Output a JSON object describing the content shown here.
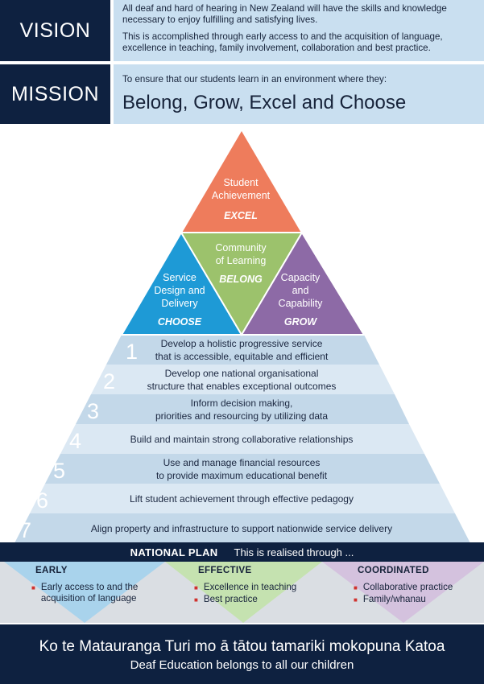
{
  "vision": {
    "label": "VISION",
    "text1": "All deaf and hard of hearing in New Zealand will have the skills and knowledge necessary to enjoy fulfilling and satisfying lives.",
    "text2": "This is accomplished through early access to and the acquisition of language, excellence in teaching, family involvement, collaboration and best practice."
  },
  "mission": {
    "label": "MISSION",
    "intro": "To ensure that our students learn in an environment where they:",
    "big": "Belong, Grow, Excel and Choose"
  },
  "pyramid": {
    "top": {
      "line1": "Student",
      "line2": "Achievement",
      "tag": "EXCEL",
      "color": "#ee7c5c"
    },
    "center": {
      "line1": "Community",
      "line2": "of Learning",
      "tag": "BELONG",
      "color": "#9cc26c"
    },
    "left": {
      "line1": "Service",
      "line2": "Design and",
      "line3": "Delivery",
      "tag": "CHOOSE",
      "color": "#1e9ad6"
    },
    "right": {
      "line1": "Capacity",
      "line2": "and",
      "line3": "Capability",
      "tag": "GROW",
      "color": "#8d6aa6"
    },
    "bands": [
      {
        "num": "1",
        "line1": "Develop a holistic progressive service",
        "line2": "that is accessible, equitable and efficient"
      },
      {
        "num": "2",
        "line1": "Develop one national organisational",
        "line2": "structure that enables exceptional outcomes"
      },
      {
        "num": "3",
        "line1": "Inform decision making,",
        "line2": "priorities and resourcing by utilizing data"
      },
      {
        "num": "4",
        "line1": "Build and maintain strong collaborative relationships",
        "line2": ""
      },
      {
        "num": "5",
        "line1": "Use and manage financial resources",
        "line2": "to provide maximum educational benefit"
      },
      {
        "num": "6",
        "line1": "Lift student achievement through effective pedagogy",
        "line2": ""
      },
      {
        "num": "7",
        "line1": "Align property and infrastructure to support nationwide service delivery",
        "line2": ""
      }
    ]
  },
  "plan": {
    "title": "NATIONAL PLAN",
    "subtitle": "This is realised through ...",
    "columns": [
      {
        "title": "EARLY",
        "items": [
          "Early access to and the acquisition of language"
        ],
        "color": "#a9d3ec"
      },
      {
        "title": "EFFECTIVE",
        "items": [
          "Excellence in teaching",
          "Best practice"
        ],
        "color": "#c5e2b0"
      },
      {
        "title": "COORDINATED",
        "items": [
          "Collaborative practice",
          "Family/whanau"
        ],
        "color": "#d4c2de"
      }
    ]
  },
  "footer": {
    "maori": "Ko te Matauranga Turi mo ā tātou tamariki mokopuna Katoa",
    "english": "Deaf Education belongs to all our children"
  }
}
